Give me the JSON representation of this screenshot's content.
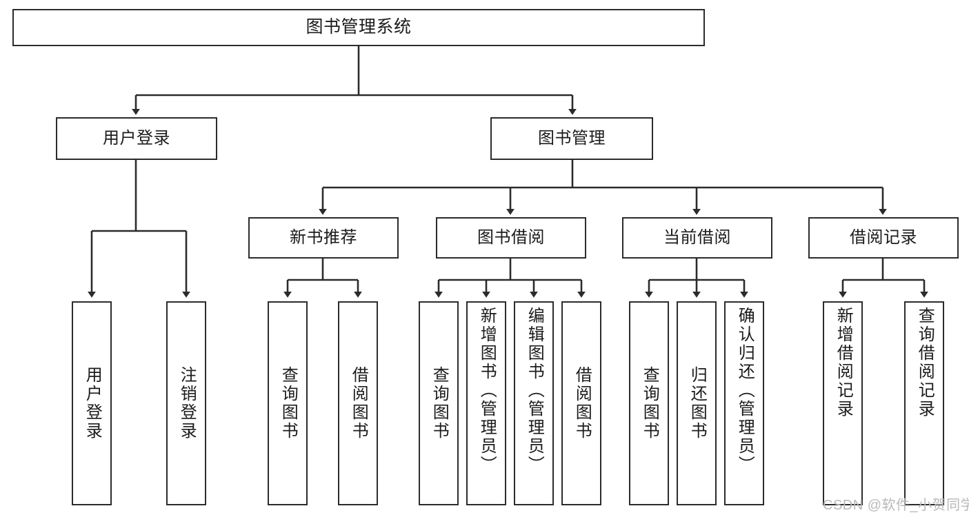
{
  "diagram": {
    "title": "图书管理系统",
    "type": "function-structure-tree",
    "colors": {
      "box_border": "#2b2b2b",
      "box_fill": "#ffffff",
      "connector": "#2b2b2b",
      "watermark": "#b9b9b9",
      "background": "#ffffff"
    },
    "levels": {
      "root": {
        "label": "图书管理系统"
      },
      "level2": [
        {
          "id": "user-login",
          "label": "用户登录"
        },
        {
          "id": "book-manage",
          "label": "图书管理"
        }
      ],
      "level3": [
        {
          "id": "new-book-recommend",
          "label": "新书推荐"
        },
        {
          "id": "book-borrow",
          "label": "图书借阅"
        },
        {
          "id": "current-borrow",
          "label": "当前借阅"
        },
        {
          "id": "borrow-record",
          "label": "借阅记录"
        }
      ],
      "leaves": {
        "user-login": [
          {
            "id": "leaf-user-login",
            "label": "用户登录"
          },
          {
            "id": "leaf-user-logout",
            "label": "注销登录"
          }
        ],
        "new-book-recommend": [
          {
            "id": "leaf-query-book-1",
            "label": "查询图书"
          },
          {
            "id": "leaf-borrow-book-1",
            "label": "借阅图书"
          }
        ],
        "book-borrow": [
          {
            "id": "leaf-query-book-2",
            "label": "查询图书"
          },
          {
            "id": "leaf-add-book",
            "label": "新增图书（管理员）"
          },
          {
            "id": "leaf-edit-book",
            "label": "编辑图书（管理员）"
          },
          {
            "id": "leaf-borrow-book-2",
            "label": "借阅图书"
          }
        ],
        "current-borrow": [
          {
            "id": "leaf-query-book-3",
            "label": "查询图书"
          },
          {
            "id": "leaf-return-book",
            "label": "归还图书"
          },
          {
            "id": "leaf-confirm-return",
            "label": "确认归还（管理员）"
          }
        ],
        "borrow-record": [
          {
            "id": "leaf-add-record",
            "label": "新增借阅记录"
          },
          {
            "id": "leaf-query-record",
            "label": "查询借阅记录"
          }
        ]
      }
    },
    "watermark": "CSDN @软件_小贺同学"
  }
}
